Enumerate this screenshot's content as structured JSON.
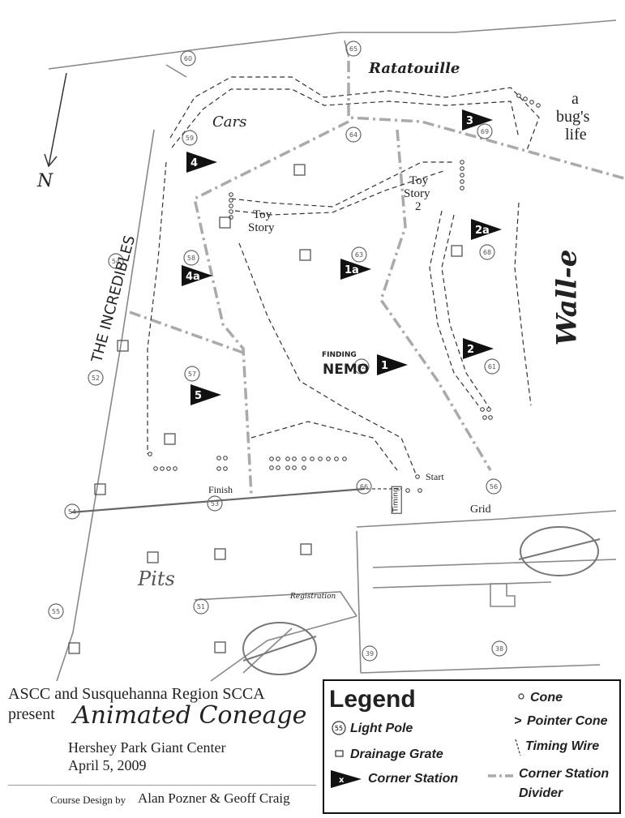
{
  "north_label": "N",
  "areas": {
    "ratatouille": "Ratatouille",
    "bugs_life_1": "a",
    "bugs_life_2": "bug's",
    "bugs_life_3": "life",
    "cars": "Cars",
    "toy_story_1": "Toy",
    "toy_story_2": "Story",
    "toy_story2_1": "Toy",
    "toy_story2_2": "Story",
    "toy_story2_3": "2",
    "incredibles": "THE INCREDIBLES",
    "wall_e": "Wall-e",
    "finding": "FINDING",
    "nemo": "NEMO",
    "start": "Start",
    "finish": "Finish",
    "grid": "Grid",
    "pits": "Pits",
    "registration": "Registration",
    "timing": "Timing"
  },
  "corner_stations": [
    "1",
    "1a",
    "2",
    "2a",
    "3",
    "4",
    "4a",
    "5"
  ],
  "light_poles": [
    "60",
    "65",
    "64",
    "59",
    "69",
    "58",
    "63",
    "68",
    "54",
    "52",
    "57",
    "62",
    "61",
    "66",
    "56",
    "53",
    "54",
    "51",
    "55",
    "39",
    "38"
  ],
  "title": {
    "org": "ASCC and Susquehanna Region SCCA",
    "present": "present",
    "event": "Animated Coneage",
    "venue": "Hershey Park Giant Center",
    "date": "April 5, 2009",
    "credit_prefix": "Course Design by",
    "credit_names": "Alan Pozner & Geoff Craig"
  },
  "legend": {
    "title": "Legend",
    "light_pole_num": "55",
    "light_pole": "Light Pole",
    "drainage": "Drainage Grate",
    "corner_x": "x",
    "corner": "Corner Station",
    "cone": "Cone",
    "pointer": "Pointer Cone",
    "timing_wire": "Timing Wire",
    "divider_1": "Corner Station",
    "divider_2": "Divider"
  }
}
